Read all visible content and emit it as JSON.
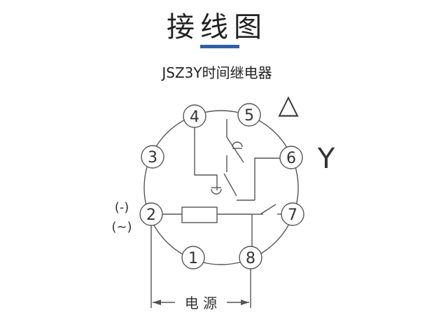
{
  "header": {
    "title": "接线图",
    "subtitle": "JSZ3Y时间继电器"
  },
  "diagram": {
    "pins": [
      "1",
      "2",
      "3",
      "4",
      "5",
      "6",
      "7",
      "8"
    ],
    "delta_symbol": "△",
    "star_symbol": "Y",
    "polarity_dc": "(-)",
    "polarity_ac": "(~)",
    "power_label": "电 源"
  },
  "colors": {
    "accent": "#2f5fa8",
    "line": "#555555",
    "text": "#222222"
  }
}
